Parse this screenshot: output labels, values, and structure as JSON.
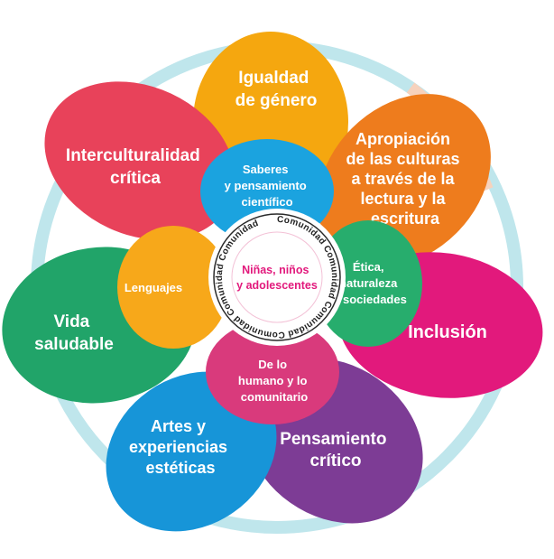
{
  "outer_petals": [
    {
      "id": "igualdad",
      "lines": [
        "Igualdad",
        "de género"
      ],
      "color": "#f5a70f"
    },
    {
      "id": "apropiacion",
      "lines": [
        "Apropiación",
        "de las culturas",
        "a través de la",
        "lectura y la",
        "escritura"
      ],
      "color": "#ee7c1d"
    },
    {
      "id": "inclusion",
      "lines": [
        "Inclusión"
      ],
      "color": "#e2197c"
    },
    {
      "id": "pensamiento",
      "lines": [
        "Pensamiento",
        "crítico"
      ],
      "color": "#7d3c95"
    },
    {
      "id": "artes",
      "lines": [
        "Artes y",
        "experiencias",
        "estéticas"
      ],
      "color": "#1795d8"
    },
    {
      "id": "vida",
      "lines": [
        "Vida",
        "saludable"
      ],
      "color": "#21a469"
    },
    {
      "id": "interculturalidad",
      "lines": [
        "Interculturalidad",
        "crítica"
      ],
      "color": "#e8425a"
    }
  ],
  "inner_petals": [
    {
      "id": "saberes",
      "lines": [
        "Saberes",
        "y pensamiento",
        "científico"
      ],
      "color": "#1ba3df"
    },
    {
      "id": "etica",
      "lines": [
        "Ética,",
        "naturaleza",
        "y sociedades"
      ],
      "color": "#27ad6d"
    },
    {
      "id": "humano",
      "lines": [
        "De lo",
        "humano y lo",
        "comunitario"
      ],
      "color": "#d93a7c"
    },
    {
      "id": "lenguajes",
      "lines": [
        "Lenguajes"
      ],
      "color": "#f7a81a"
    }
  ],
  "center": {
    "lines": [
      "Niñas, niños",
      "y adolescentes"
    ],
    "ring_text": "Comunidad Comunidad Comunidad Comunidad Comunidad Comunidad",
    "text_color": "#e2197c"
  },
  "ring_color": "#bfe6ec",
  "ring_color_warm": "#f6d2bd"
}
